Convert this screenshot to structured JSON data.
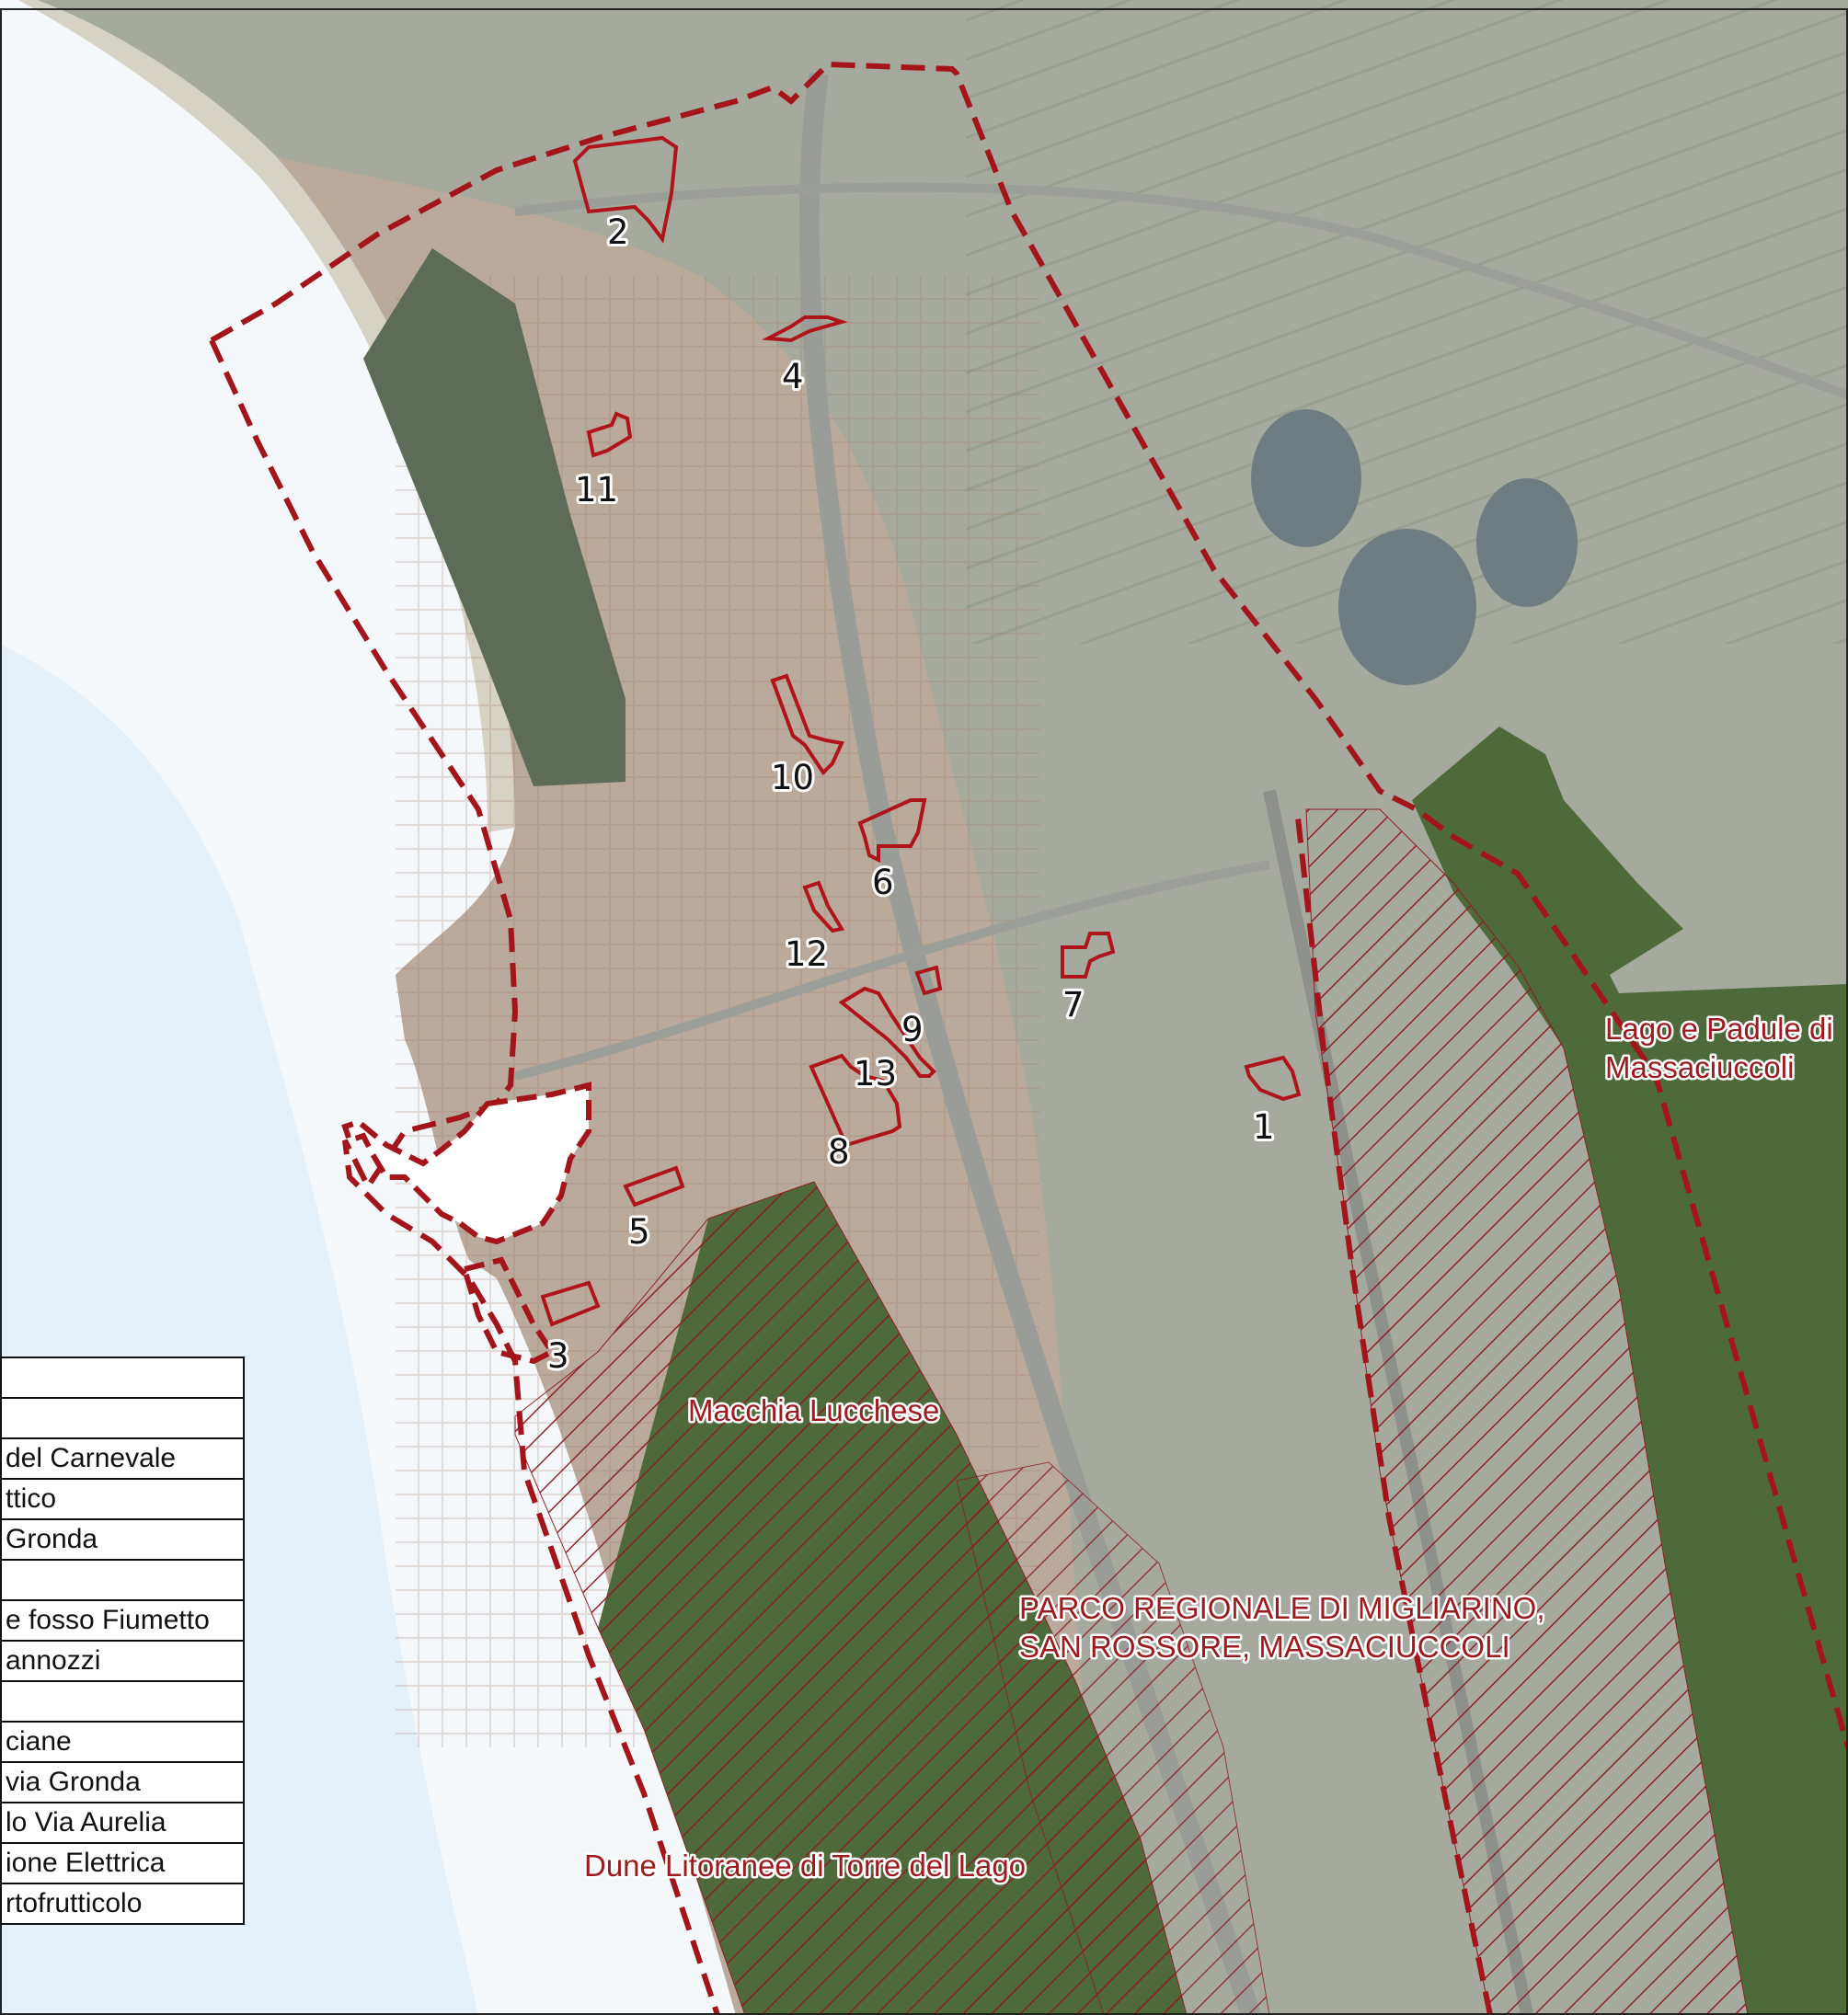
{
  "map": {
    "colors": {
      "sea": "#f4f8fb",
      "urban": "#b7a79a",
      "countryside": "#9fa89a",
      "pine_forest": "#5f6b59",
      "park_green": "#4f6a3a",
      "boundary_red": "#a3151b",
      "hatch_red": "#8c1c22",
      "lake": "#6f7d82"
    },
    "area_numbers": [
      "1",
      "2",
      "3",
      "4",
      "5",
      "6",
      "7",
      "8",
      "9",
      "10",
      "11",
      "12",
      "13"
    ],
    "place_labels": {
      "lago_line1": "Lago e Padule di",
      "lago_line2": "Massaciuccoli",
      "macchia": "Macchia Lucchese",
      "parco_line1": "PARCO REGIONALE DI MIGLIARINO,",
      "parco_line2": "SAN ROSSORE, MASSACIUCCOLI",
      "dune": "Dune Litoranee di Torre del Lago"
    }
  },
  "legend": {
    "rows": [
      "",
      "",
      "del Carnevale",
      "ttico",
      "Gronda",
      "",
      "e fosso Fiumetto",
      "annozzi",
      "",
      "ciane",
      "via Gronda",
      "lo Via Aurelia",
      "ione Elettrica",
      "rtofrutticolo"
    ]
  }
}
